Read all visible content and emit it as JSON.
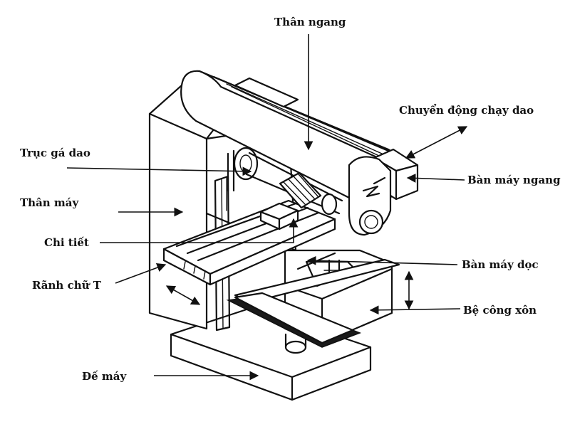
{
  "labels": {
    "than_ngang": "Thân ngang",
    "chuyen_dong": "Chuyển động chạy dao",
    "truc_ga_dao": "Trục gá dao",
    "ban_may_ngang": "Bàn máy ngang",
    "than_may": "Thân máy",
    "chi_tiet": "Chi tiết",
    "ban_may_doc": "Bàn máy dọc",
    "ranh_chu_t": "Rãnh chữ T",
    "be_cong_xon": "Bệ công xôn",
    "de_may": "Đế máy"
  }
}
